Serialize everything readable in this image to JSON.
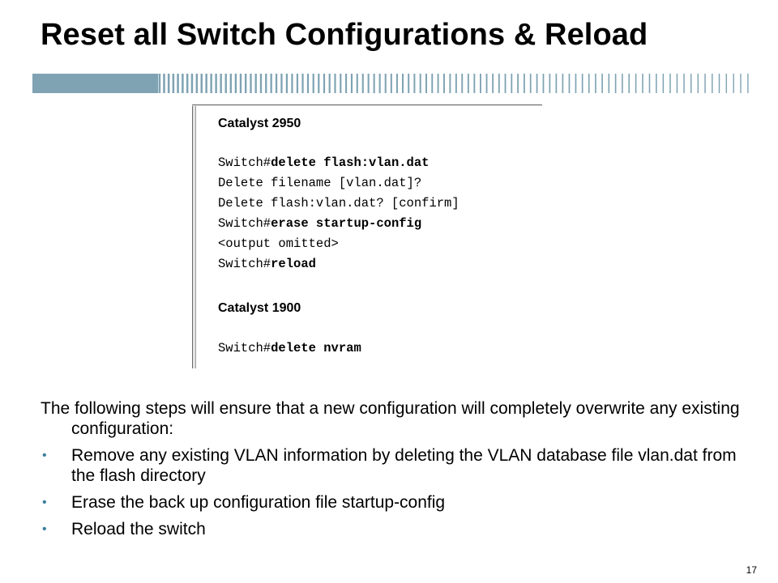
{
  "slide": {
    "title": "Reset all Switch Configurations & Reload",
    "page_number": "17"
  },
  "code_panel": {
    "section1_heading": "Catalyst 2950",
    "section1_lines": [
      {
        "prompt": "Switch#",
        "command": "delete flash:vlan.dat"
      },
      {
        "prompt": "Delete filename [vlan.dat]?",
        "command": ""
      },
      {
        "prompt": "Delete flash:vlan.dat? [confirm]",
        "command": ""
      },
      {
        "prompt": "Switch#",
        "command": "erase startup-config"
      },
      {
        "prompt": "<output omitted>",
        "command": ""
      },
      {
        "prompt": "Switch#",
        "command": "reload"
      }
    ],
    "section2_heading": "Catalyst 1900",
    "section2_lines": [
      {
        "prompt": "Switch#",
        "command": "delete nvram"
      }
    ]
  },
  "content": {
    "intro": "The following steps will ensure that a new configuration will completely overwrite any existing configuration:",
    "bullets": [
      "Remove any existing VLAN information by deleting the VLAN database file vlan.dat from the flash directory",
      "Erase the back up configuration file startup-config",
      "Reload the switch"
    ],
    "bullet_symbol": "•"
  },
  "colors": {
    "accent": "#7fa3b3",
    "bullet": "#3b7f9c"
  }
}
